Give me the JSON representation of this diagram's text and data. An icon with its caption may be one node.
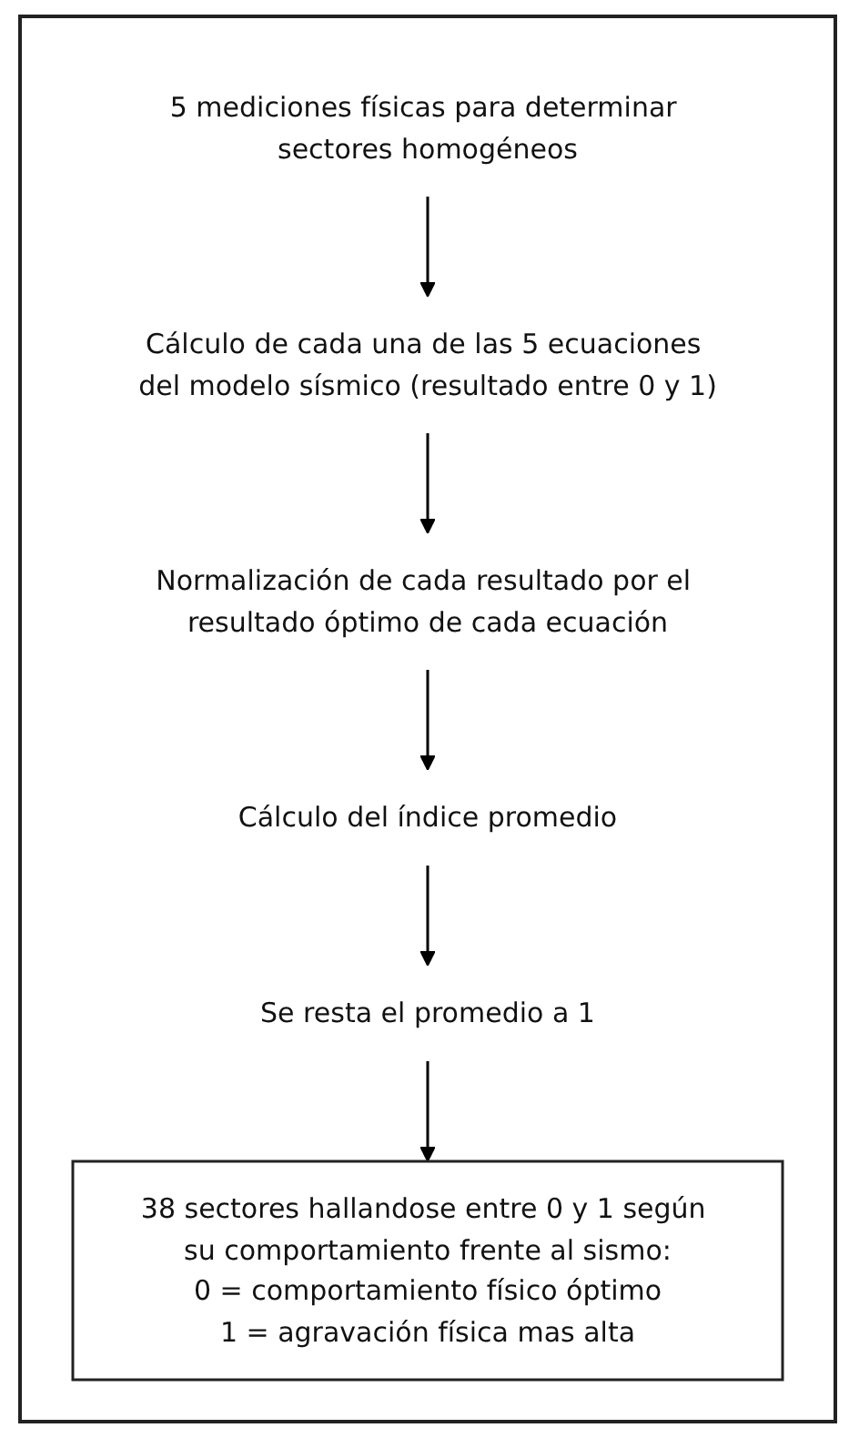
{
  "diagram": {
    "nodes": [
      {
        "text": [
          "5 mediciones físicas para determinar sectores homogéneos"
        ]
      },
      {
        "text": [
          "Cálculo de cada una de las 5 ecuaciones del modelo sísmico (resultado entre 0 y 1)"
        ]
      },
      {
        "text": [
          "Normalización de cada resultado por el resultado óptimo de cada ecuación"
        ]
      },
      {
        "text": [
          "Cálculo del índice promedio"
        ]
      },
      {
        "text": [
          "Se resta el promedio a 1"
        ]
      },
      {
        "text": [
          "38 sectores hallandose entre 0 y 1 según su comportamiento frente al sismo:",
          "0 = comportamiento físico óptimo",
          "1 = agravación física mas alta"
        ]
      }
    ],
    "edges": [
      {
        "from": 0,
        "to": 1,
        "arrow": "to"
      },
      {
        "from": 1,
        "to": 2,
        "arrow": "to"
      },
      {
        "from": 2,
        "to": 3,
        "arrow": "to"
      },
      {
        "from": 3,
        "to": 4,
        "arrow": "to"
      },
      {
        "from": 4,
        "to": 5,
        "arrow": "to"
      }
    ]
  }
}
